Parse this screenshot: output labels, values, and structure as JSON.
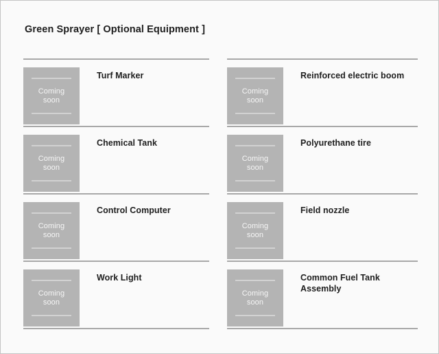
{
  "page": {
    "title": "Green Sprayer [ Optional Equipment ]",
    "background_color": "#fafafa",
    "border_color": "#c4c4c4",
    "title_color": "#1d1d1d",
    "divider_color": "#a8a8a8",
    "thumb_color": "#b4b4b4",
    "thumb_rule_color": "#d2d2d2",
    "thumb_text_color": "#f6f6f6"
  },
  "placeholder": {
    "line1": "Coming",
    "line2": "soon",
    "icon_name": "image-placeholder"
  },
  "columns": [
    {
      "side": "left",
      "items": [
        {
          "title": "Turf Marker"
        },
        {
          "title": "Chemical Tank"
        },
        {
          "title": "Control Computer"
        },
        {
          "title": "Work Light"
        }
      ]
    },
    {
      "side": "right",
      "items": [
        {
          "title": "Reinforced electric boom"
        },
        {
          "title": "Polyurethane tire"
        },
        {
          "title": "Field nozzle"
        },
        {
          "title": "Common Fuel Tank Assembly"
        }
      ]
    }
  ]
}
